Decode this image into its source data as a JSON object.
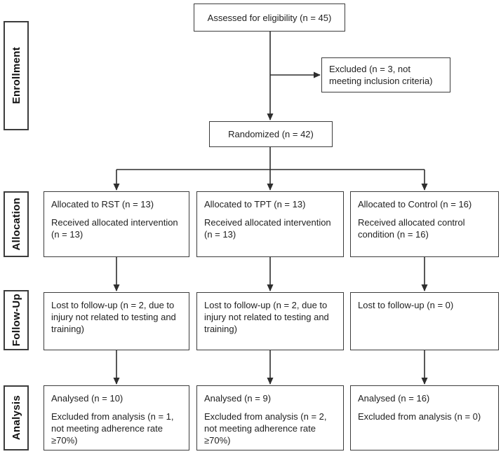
{
  "stages": {
    "enrollment": "Enrollment",
    "allocation": "Allocation",
    "followup": "Follow-Up",
    "analysis": "Analysis"
  },
  "enrollment": {
    "assessed": "Assessed for eligibility (n = 45)",
    "excluded": "Excluded  (n = 3, not meeting inclusion criteria)",
    "randomized": "Randomized (n = 42)"
  },
  "allocation": {
    "rst": {
      "allocated": "Allocated to RST (n = 13)",
      "received": "Received allocated intervention (n = 13)"
    },
    "tpt": {
      "allocated": "Allocated to TPT (n = 13)",
      "received": "Received allocated intervention (n = 13)"
    },
    "control": {
      "allocated": "Allocated to Control (n = 16)",
      "received": "Received allocated control condition (n = 16)"
    }
  },
  "followup": {
    "rst": "Lost to follow-up (n = 2, due to injury not related to testing and training)",
    "tpt": "Lost to follow-up (n = 2, due to injury not related to testing and training)",
    "control": "Lost to follow-up (n = 0)"
  },
  "analysis": {
    "rst": {
      "analysed": "Analysed (n = 10)",
      "excluded": "Excluded from analysis (n = 1, not meeting adherence rate ≥70%)"
    },
    "tpt": {
      "analysed": "Analysed (n = 9)",
      "excluded": "Excluded from analysis (n = 2, not meeting adherence rate ≥70%)"
    },
    "control": {
      "analysed": "Analysed (n = 16)",
      "excluded": "Excluded from analysis (n = 0)"
    }
  },
  "colors": {
    "box_border": "#3c3c3c",
    "line": "#2e2e2e",
    "text": "#1f1f1f",
    "background": "#ffffff"
  }
}
